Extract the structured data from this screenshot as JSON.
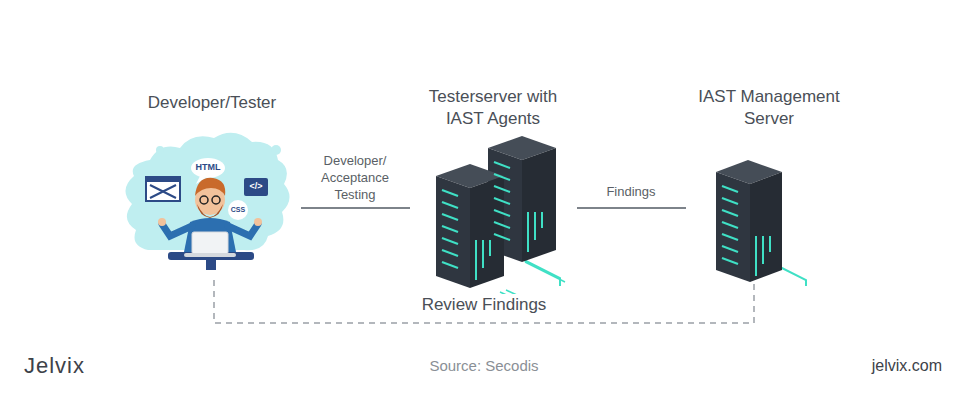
{
  "diagram": {
    "nodes": [
      {
        "text": [
          "Developer/Tester"
        ]
      },
      {
        "text": [
          "Testerserver with IAST Agents"
        ]
      },
      {
        "text": [
          "IAST Management Server"
        ]
      }
    ],
    "edges": [
      {
        "from": 0,
        "to": 1,
        "label": "Developer/ Acceptance Testing",
        "arrow": "none"
      },
      {
        "from": 1,
        "to": 2,
        "label": "Findings",
        "arrow": "none"
      },
      {
        "from": 2,
        "to": 0,
        "label": "Review Findings",
        "arrow": "none"
      }
    ],
    "labels": [
      "HTML",
      "</>",
      "CSS",
      "Jelvix",
      "Source: Secodis",
      "jelvix.com"
    ]
  }
}
